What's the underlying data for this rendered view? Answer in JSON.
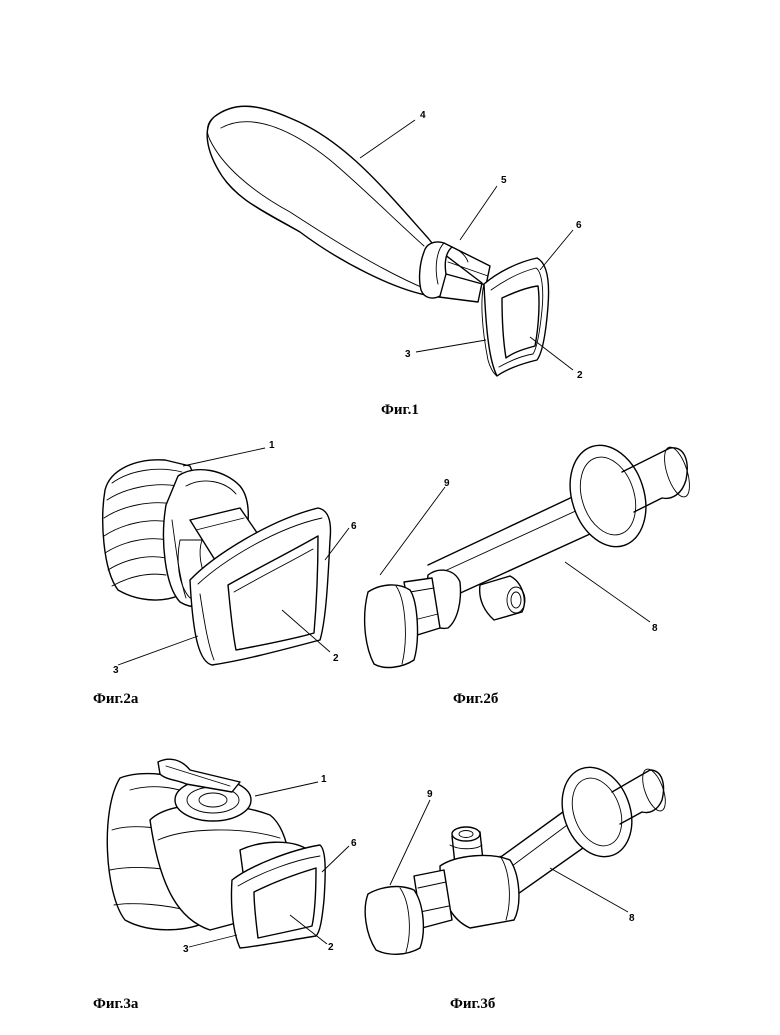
{
  "figures": {
    "fig1": {
      "caption": "Фиг.1",
      "refs": {
        "r4": "4",
        "r5": "5",
        "r6": "6",
        "r3": "3",
        "r2": "2"
      }
    },
    "fig2a": {
      "caption": "Фиг.2а",
      "refs": {
        "r1": "1",
        "r6": "6",
        "r3": "3",
        "r2": "2"
      }
    },
    "fig2b": {
      "caption": "Фиг.2б",
      "refs": {
        "r9": "9",
        "r8": "8"
      }
    },
    "fig3a": {
      "caption": "Фиг.3а",
      "refs": {
        "r1": "1",
        "r6": "6",
        "r3": "3",
        "r2": "2"
      }
    },
    "fig3b": {
      "caption": "Фиг.3б",
      "refs": {
        "r9": "9",
        "r8": "8"
      }
    }
  }
}
